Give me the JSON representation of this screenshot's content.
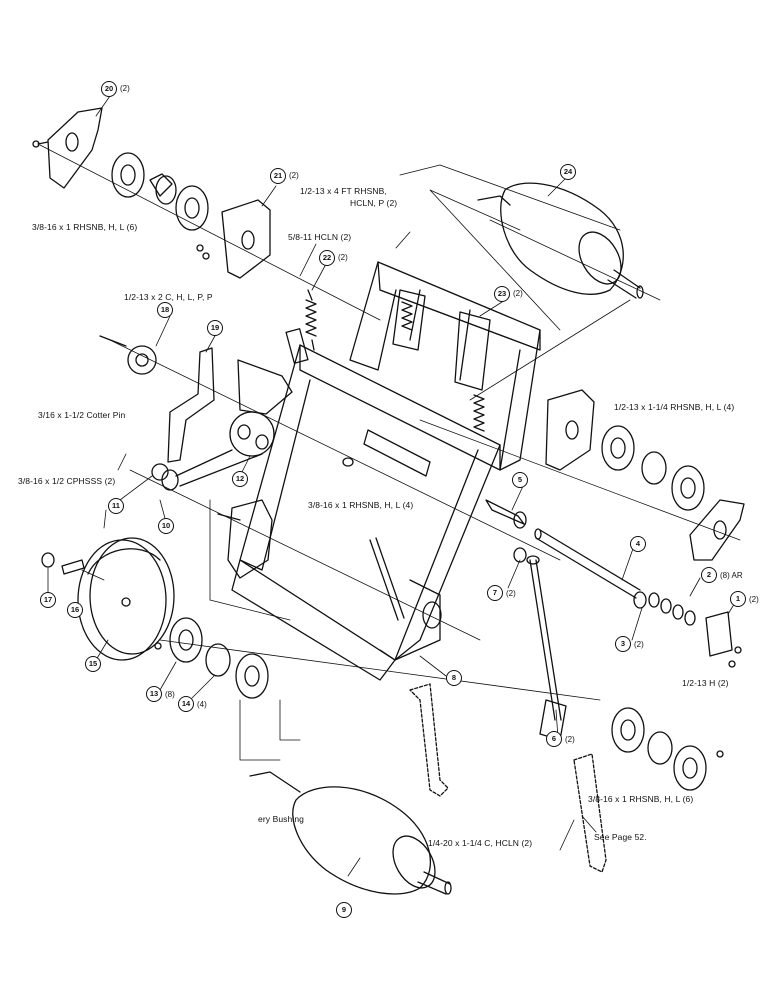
{
  "callouts": {
    "c1": "1",
    "c2": "2",
    "c3": "3",
    "c4": "4",
    "c5": "5",
    "c6": "6",
    "c7": "7",
    "c8": "8",
    "c9": "9",
    "c10": "10",
    "c11": "11",
    "c12": "12",
    "c13": "13",
    "c14": "14",
    "c15": "15",
    "c16": "16",
    "c17": "17",
    "c18": "18",
    "c19": "19",
    "c20": "20",
    "c21": "21",
    "c22": "22",
    "c23": "23",
    "c24": "24"
  },
  "quantities": {
    "q20": "(2)",
    "q21": "(2)",
    "q22": "(2)",
    "q23": "(2)",
    "q1": "(2)",
    "q2": "(8) AR",
    "q3": "(2)",
    "q7": "(2)",
    "q6": "(2)",
    "q13": "(8)",
    "q14": "(4)"
  },
  "notes": {
    "bolt_top_left": "3/8-16 x 1 RHSNB, H, L (6)",
    "bolt_top_mid_1": "1/2-13 x 4 FT RHSNB,",
    "bolt_top_mid_2": "HCLN, P (2)",
    "hcln_5_8": "5/8-11 HCLN (2)",
    "bolt_left_mid": "1/2-13 x 2 C, H, L, P, P",
    "cotter_pin": "3/16 x 1-1/2 Cotter Pin",
    "cphsss": "3/8-16 x 1/2 CPHSSS (2)",
    "bolt_right_mid": "1/2-13 x 1-1/4 RHSNB, H, L (4)",
    "bolt_center": "3/8-16 x 1 RHSNB, H, L (4)",
    "nut_right": "1/2-13 H (2)",
    "bolt_bottom_right": "3/8-16 x 1 RHSNB, H, L (6)",
    "bushing": "ery Bushing",
    "bolt_bottom": "1/4-20 x 1-1/4 C, HCLN (2)",
    "see_page": "See Page 52."
  }
}
